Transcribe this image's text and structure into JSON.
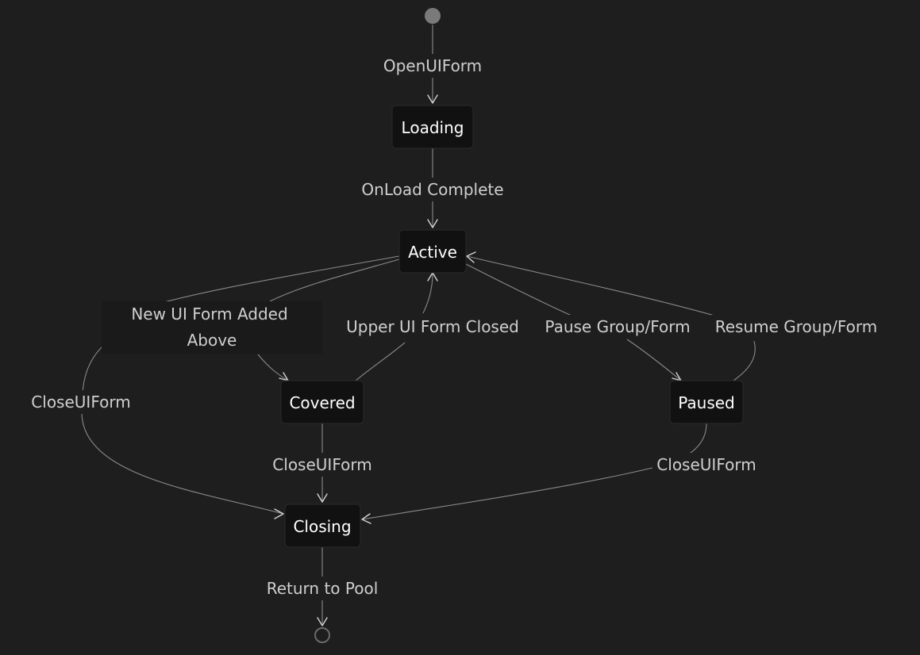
{
  "diagram": {
    "states": {
      "loading": "Loading",
      "active": "Active",
      "covered": "Covered",
      "paused": "Paused",
      "closing": "Closing"
    },
    "transitions": {
      "start_to_loading": "OpenUIForm",
      "loading_to_active": "OnLoad Complete",
      "active_to_covered_line1": "New UI Form Added",
      "active_to_covered_line2": "Above",
      "covered_to_active": "Upper UI Form Closed",
      "active_to_paused": "Pause Group/Form",
      "paused_to_active": "Resume Group/Form",
      "active_to_closing": "CloseUIForm",
      "covered_to_closing": "CloseUIForm",
      "paused_to_closing": "CloseUIForm",
      "closing_to_end": "Return to Pool"
    }
  }
}
